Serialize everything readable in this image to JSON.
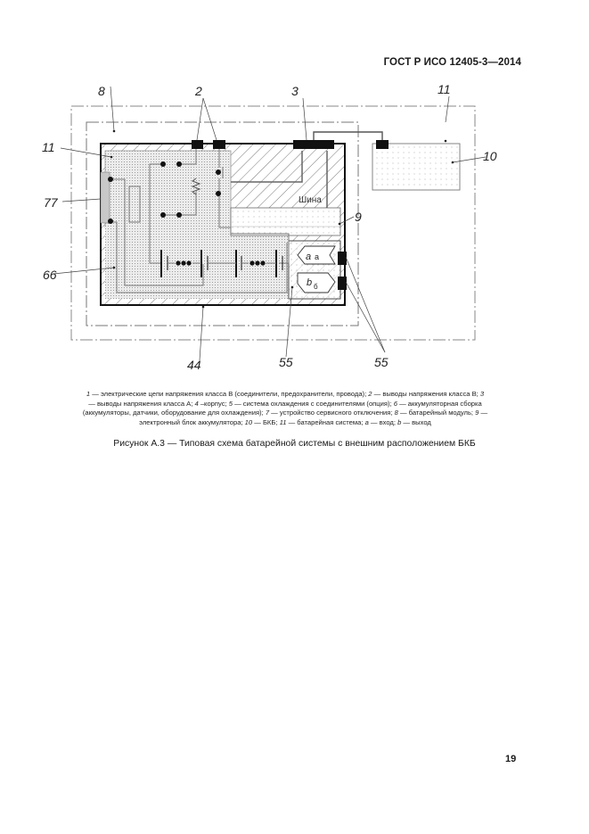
{
  "header": {
    "standard": "ГОСТ Р ИСО 12405-3—2014"
  },
  "figure": {
    "labels": {
      "l8": "8",
      "l2": "2",
      "l3": "3",
      "l11_top": "11",
      "l11_left": "11",
      "l7": "77",
      "l6": "66",
      "l10": "10",
      "l9": "9",
      "l4": "44",
      "l5_bottom": "55",
      "l5_right": "55",
      "bus": "Шина",
      "input_a": "a",
      "input_a_ru": "а",
      "output_b": "b",
      "output_b_ru": "б"
    }
  },
  "legend": {
    "lines": [
      [
        {
          "num": "1",
          "text": " — электрические цепи напряжения класса В (соединители, предохранители, провода); "
        },
        {
          "num": "2",
          "text": " — выводы напряжения класса В; "
        },
        {
          "num": "3",
          "text": ""
        }
      ],
      [
        {
          "num": "",
          "text": "— выводы напряжения класса А; "
        },
        {
          "num": "4",
          "text": " –корпус; "
        },
        {
          "num": "5",
          "text": " — система охлаждения с соединителями (опция); "
        },
        {
          "num": "6",
          "text": " — аккумуляторная сборка"
        }
      ],
      [
        {
          "num": "",
          "text": "(аккумуляторы, датчики, оборудование для охлаждения); "
        },
        {
          "num": "7",
          "text": " — устройство сервисного отключения; "
        },
        {
          "num": "8",
          "text": " — батарейный модуль; "
        },
        {
          "num": "9",
          "text": " —"
        }
      ],
      [
        {
          "num": "",
          "text": "электронный блок аккумулятора; "
        },
        {
          "num": "10",
          "text": " — БКБ; "
        },
        {
          "num": "11",
          "text": " — батарейная система; "
        },
        {
          "num": "a",
          "text": " — вход; "
        },
        {
          "num": "b",
          "text": " — выход"
        }
      ]
    ]
  },
  "caption": "Рисунок А.3 — Типовая схема батарейной системы с внешним расположением БКБ",
  "page_number": "19"
}
